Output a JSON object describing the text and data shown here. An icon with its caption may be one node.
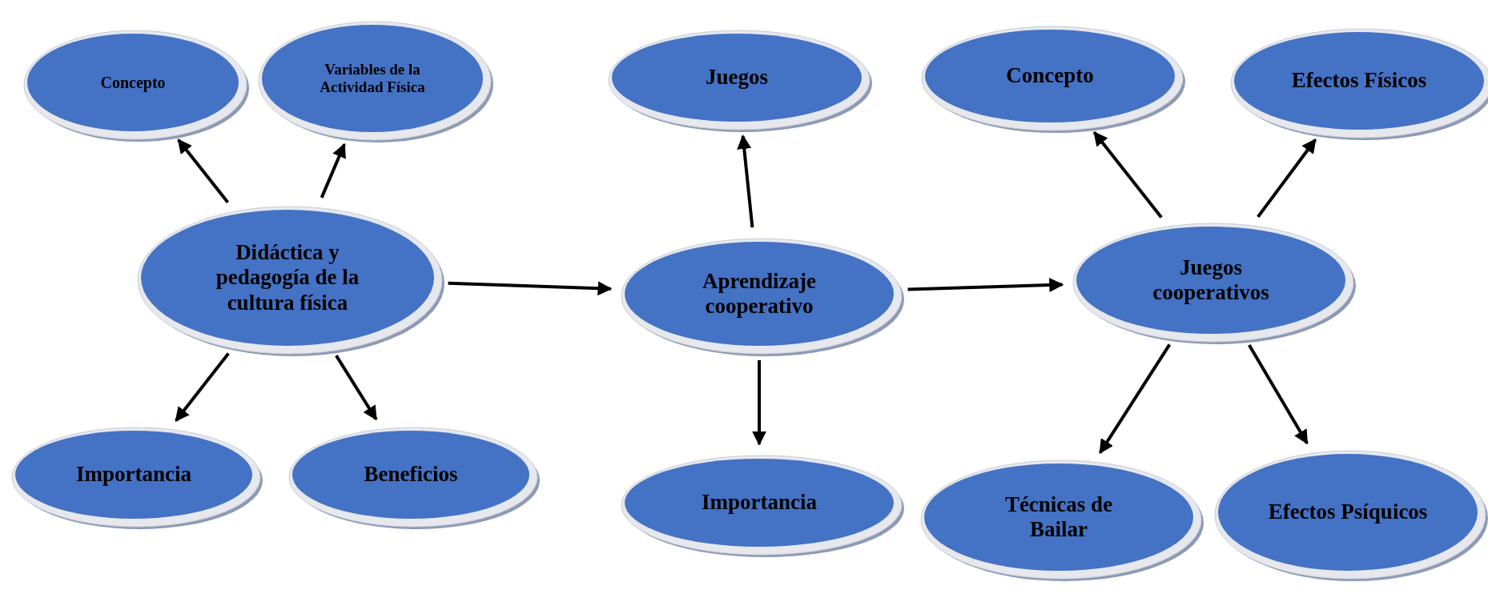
{
  "diagram": {
    "nodes": [
      {
        "text": [
          "Concepto"
        ]
      },
      {
        "text": [
          "Variables de la Actividad Física"
        ]
      },
      {
        "text": [
          "Didáctica y pedagogía de la cultura física"
        ]
      },
      {
        "text": [
          "Importancia"
        ]
      },
      {
        "text": [
          "Beneficios"
        ]
      },
      {
        "text": [
          "Juegos"
        ]
      },
      {
        "text": [
          "Aprendizaje cooperativo"
        ]
      },
      {
        "text": [
          "Importancia"
        ]
      },
      {
        "text": [
          "Concepto"
        ]
      },
      {
        "text": [
          "Efectos Físicos"
        ]
      },
      {
        "text": [
          "Juegos cooperativos"
        ]
      },
      {
        "text": [
          "Técnicas de Bailar"
        ]
      },
      {
        "text": [
          "Efectos Psíquicos"
        ]
      }
    ],
    "edges": [
      {
        "from": 2,
        "to": 0,
        "arrow": "to"
      },
      {
        "from": 2,
        "to": 1,
        "arrow": "to"
      },
      {
        "from": 2,
        "to": 3,
        "arrow": "to"
      },
      {
        "from": 2,
        "to": 4,
        "arrow": "to"
      },
      {
        "from": 2,
        "to": 6,
        "arrow": "to"
      },
      {
        "from": 6,
        "to": 5,
        "arrow": "to"
      },
      {
        "from": 6,
        "to": 7,
        "arrow": "to"
      },
      {
        "from": 6,
        "to": 10,
        "arrow": "to"
      },
      {
        "from": 10,
        "to": 8,
        "arrow": "to"
      },
      {
        "from": 10,
        "to": 9,
        "arrow": "to"
      },
      {
        "from": 10,
        "to": 11,
        "arrow": "to"
      },
      {
        "from": 10,
        "to": 12,
        "arrow": "to"
      }
    ]
  }
}
